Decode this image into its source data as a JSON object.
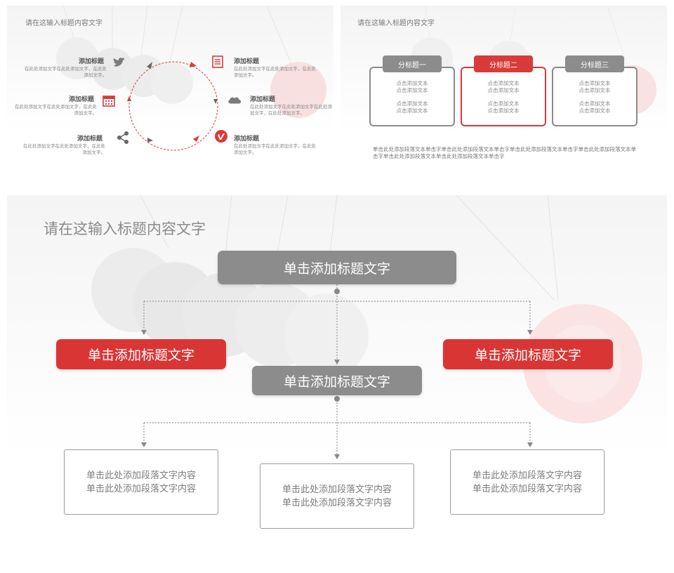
{
  "colors": {
    "accent": "#d93a3a",
    "grey": "#8c8c8c",
    "text": "#7c7c7c"
  },
  "slide1": {
    "title": "请在这输入标题内容文字",
    "features": [
      {
        "icon": "twitter-icon",
        "title": "添加标题",
        "desc": "在此处添加文字在此处添加文字，在此处添加文字。"
      },
      {
        "icon": "calendar-icon",
        "title": "添加标题",
        "desc": "在此处添加文字在此处添加文字，在此处添加文字。"
      },
      {
        "icon": "share-icon",
        "title": "添加标题",
        "desc": "在此处添加文字在此处添加文字，在此处添加文字。"
      },
      {
        "icon": "document-icon",
        "title": "添加标题",
        "desc": "在此处添加文字在此处添加文字，在此处添加文字。"
      },
      {
        "icon": "cloud-icon",
        "title": "添加标题",
        "desc": "在此处添加文字在此处添加文字在此处添加文字，在此处添加文字。"
      },
      {
        "icon": "vimeo-icon",
        "title": "添加标题",
        "desc": "在此处添加文字在此处添加文字，在此处添加文字。"
      }
    ]
  },
  "slide2": {
    "title": "请在这输入标题内容文字",
    "tabs": [
      {
        "label": "分标题一",
        "line1": "点击添加文本",
        "line2": "点击添加文本",
        "line3": "点击添加文本",
        "line4": "点击添加文本"
      },
      {
        "label": "分标题二",
        "line1": "点击添加文本",
        "line2": "点击添加文本",
        "line3": "点击添加文本",
        "line4": "点击添加文本"
      },
      {
        "label": "分标题三",
        "line1": "点击添加文本",
        "line2": "点击添加文本",
        "line3": "点击添加文本",
        "line4": "点击添加文本"
      }
    ],
    "paragraph": "单击此处添加段落文本单击字单击此处添加段落文本单击字单击此处添加段落文本单击字单击此处添加段落文本单击字单击此处添加段落文本单击此处添加段落文本单击字"
  },
  "slide3": {
    "title": "请在这输入标题内容文字",
    "top_box": "单击添加标题文字",
    "left_box": "单击添加标题文字",
    "right_box": "单击添加标题文字",
    "mid_box": "单击添加标题文字",
    "left_text": {
      "line1": "单击此处添加段落文字内容",
      "line2": "单击此处添加段落文字内容"
    },
    "center_text": {
      "line1": "单击此处添加段落文字内容",
      "line2": "单击此处添加段落文字内容"
    },
    "right_text": {
      "line1": "单击此处添加段落文字内容",
      "line2": "单击此处添加段落文字内容"
    }
  }
}
